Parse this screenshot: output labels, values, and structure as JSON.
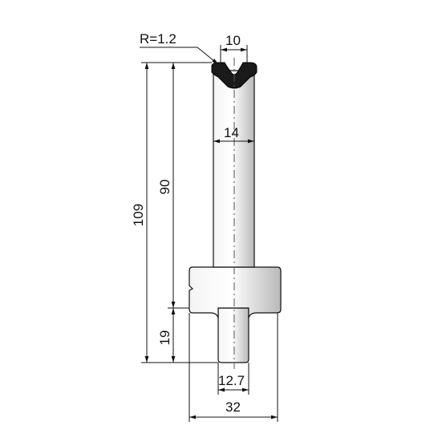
{
  "drawing": {
    "labels": {
      "radius": "R=1.2",
      "groove_width": "10",
      "body_width": "14",
      "height_to_shoulder": "90",
      "total_height": "109",
      "tang_height": "19",
      "tang_width": "12.7",
      "shoulder_width": "32"
    },
    "colors": {
      "line": "#111111",
      "body_light": "#ffffff",
      "body_shade": "#c8c8c8",
      "tip_insert": "#1a1a1a"
    }
  }
}
